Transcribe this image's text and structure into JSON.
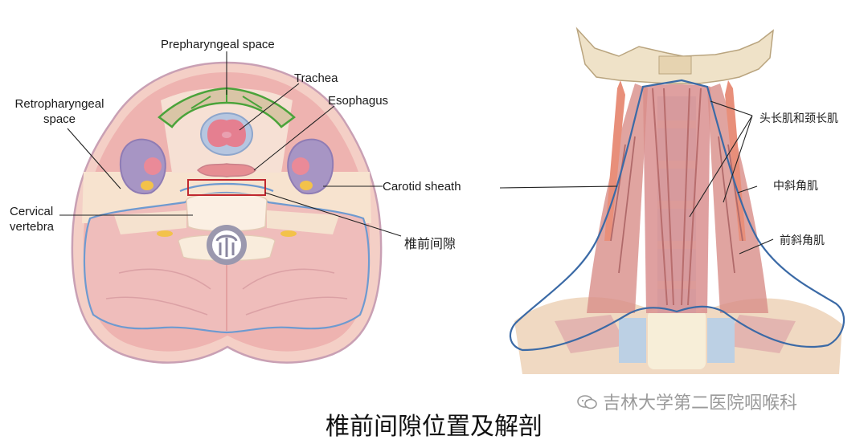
{
  "left_diagram": {
    "labels": {
      "prepharyngeal": "Prepharyngeal space",
      "trachea": "Trachea",
      "esophagus": "Esophagus",
      "retropharyngeal_line1": "Retropharyngeal",
      "retropharyngeal_line2": "space",
      "carotid": "Carotid sheath",
      "cervical_line1": "Cervical",
      "cervical_line2": "vertebra",
      "prevertebral": "椎前间隙"
    }
  },
  "right_diagram": {
    "labels": {
      "longus": "头长肌和颈长肌",
      "middle_scalene": "中斜角肌",
      "anterior_scalene": "前斜角肌"
    }
  },
  "caption": "椎前间隙位置及解剖",
  "watermark": "吉林大学第二医院咽喉科",
  "colors": {
    "highlight_box": "#c0282f",
    "fascia_blue": "#4a7fc0",
    "pharyngeal_green": "#4aa33a",
    "muscle": "#e9a3a3",
    "fat": "#f7e3cf"
  }
}
